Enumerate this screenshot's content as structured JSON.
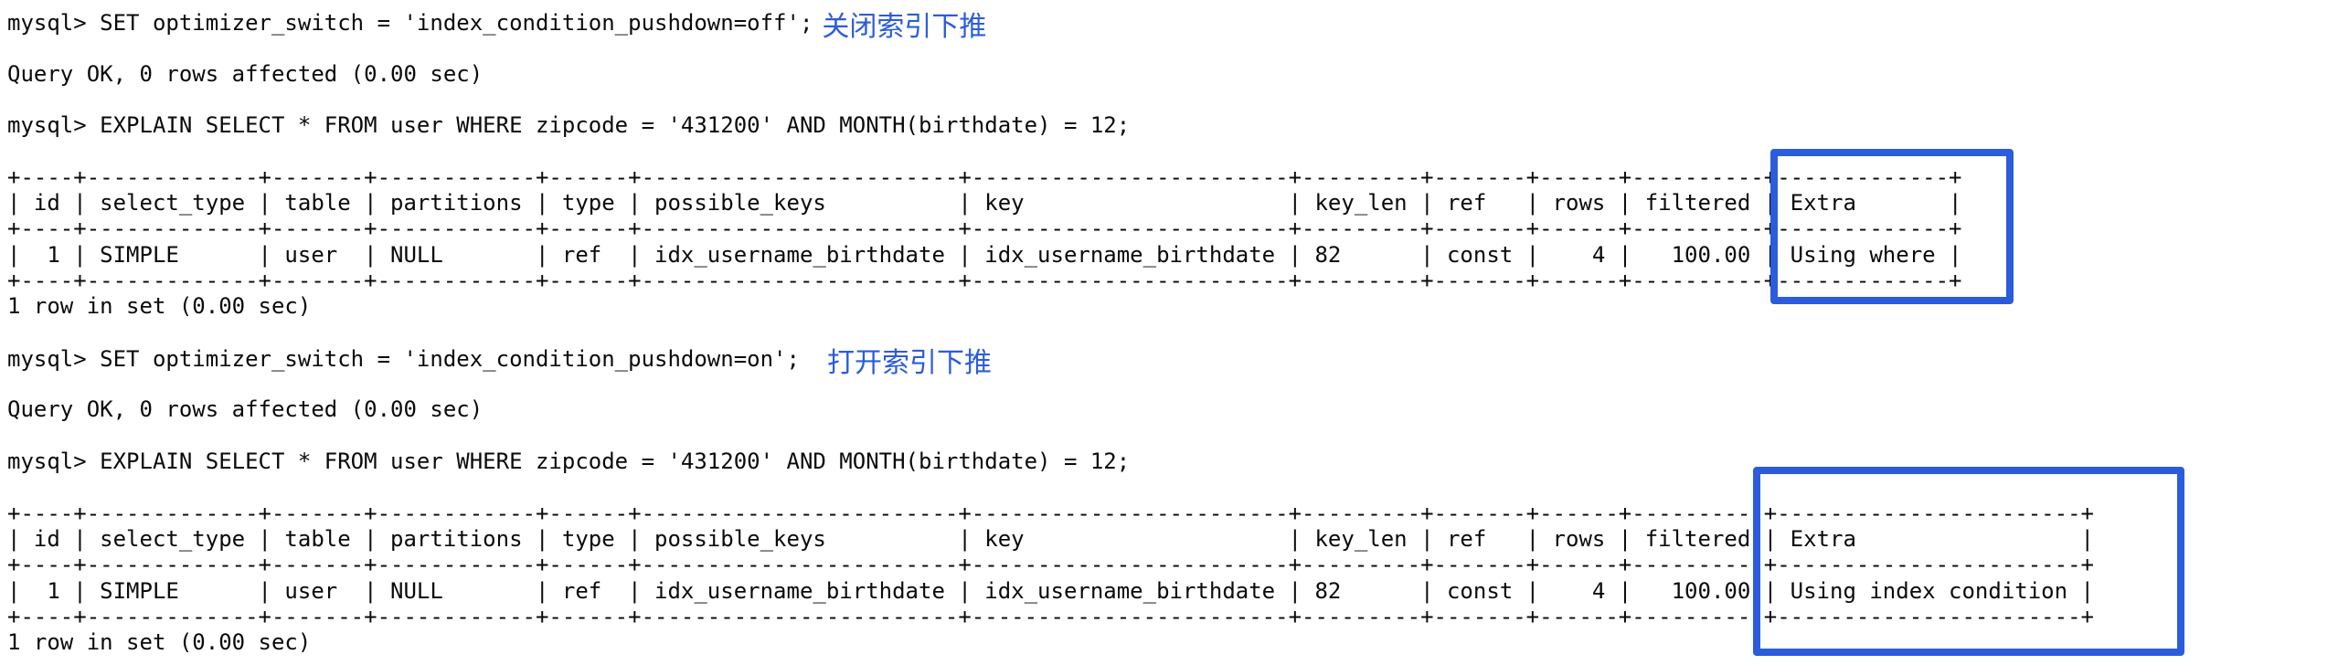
{
  "colors": {
    "background": "#ffffff",
    "terminal_text": "#0a0a0a",
    "annotation_blue": "#2b5cdb",
    "highlight_border_blue": "#2b5cdb"
  },
  "session_off": {
    "command_set": "mysql> SET optimizer_switch = 'index_condition_pushdown=off';",
    "annotation": "关闭索引下推",
    "query_ok": "Query OK, 0 rows affected (0.00 sec)",
    "command_explain": "mysql> EXPLAIN SELECT * FROM user WHERE zipcode = '431200' AND MONTH(birthdate) = 12;",
    "explain_table": {
      "border": "+----+-------------+-------+------------+------+------------------------+------------------------+---------+-------+------+----------+-------------+",
      "header": "| id | select_type | table | partitions | type | possible_keys          | key                    | key_len | ref   | rows | filtered | Extra       |",
      "row": "|  1 | SIMPLE      | user  | NULL       | ref  | idx_username_birthdate | idx_username_birthdate | 82      | const |    4 |   100.00 | Using where |",
      "columns": [
        "id",
        "select_type",
        "table",
        "partitions",
        "type",
        "possible_keys",
        "key",
        "key_len",
        "ref",
        "rows",
        "filtered",
        "Extra"
      ],
      "values": {
        "id": "1",
        "select_type": "SIMPLE",
        "table": "user",
        "partitions": "NULL",
        "type": "ref",
        "possible_keys": "idx_username_birthdate",
        "key": "idx_username_birthdate",
        "key_len": "82",
        "ref": "const",
        "rows": "4",
        "filtered": "100.00",
        "extra": "Using where"
      }
    },
    "result": "1 row in set (0.00 sec)"
  },
  "session_on": {
    "command_set": "mysql> SET optimizer_switch = 'index_condition_pushdown=on';",
    "annotation": "打开索引下推",
    "query_ok": "Query OK, 0 rows affected (0.00 sec)",
    "command_explain": "mysql> EXPLAIN SELECT * FROM user WHERE zipcode = '431200' AND MONTH(birthdate) = 12;",
    "explain_table": {
      "border": "+----+-------------+-------+------------+------+------------------------+------------------------+---------+-------+------+----------+-----------------------+",
      "header": "| id | select_type | table | partitions | type | possible_keys          | key                    | key_len | ref   | rows | filtered | Extra                 |",
      "row": "|  1 | SIMPLE      | user  | NULL       | ref  | idx_username_birthdate | idx_username_birthdate | 82      | const |    4 |   100.00 | Using index condition |",
      "columns": [
        "id",
        "select_type",
        "table",
        "partitions",
        "type",
        "possible_keys",
        "key",
        "key_len",
        "ref",
        "rows",
        "filtered",
        "Extra"
      ],
      "values": {
        "id": "1",
        "select_type": "SIMPLE",
        "table": "user",
        "partitions": "NULL",
        "type": "ref",
        "possible_keys": "idx_username_birthdate",
        "key": "idx_username_birthdate",
        "key_len": "82",
        "ref": "const",
        "rows": "4",
        "filtered": "100.00",
        "extra": "Using index condition"
      }
    },
    "result": "1 row in set (0.00 sec)"
  }
}
